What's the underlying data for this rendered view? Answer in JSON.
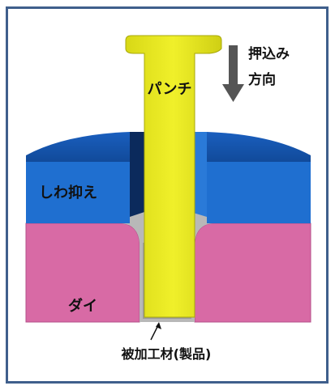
{
  "labels": {
    "punch": "パンチ",
    "direction": [
      "押込み",
      "方向"
    ],
    "holder": "しわ抑え",
    "die": "ダイ",
    "workpiece": "被加工材(製品)"
  },
  "colors": {
    "punch": "#e6e620",
    "holder": "#1f6fd0",
    "holder_top": "#1658b0",
    "die": "#d86aa5",
    "sheet": "#b8b8b8",
    "arrow": "#555555",
    "frame": "#3f5f8c"
  }
}
